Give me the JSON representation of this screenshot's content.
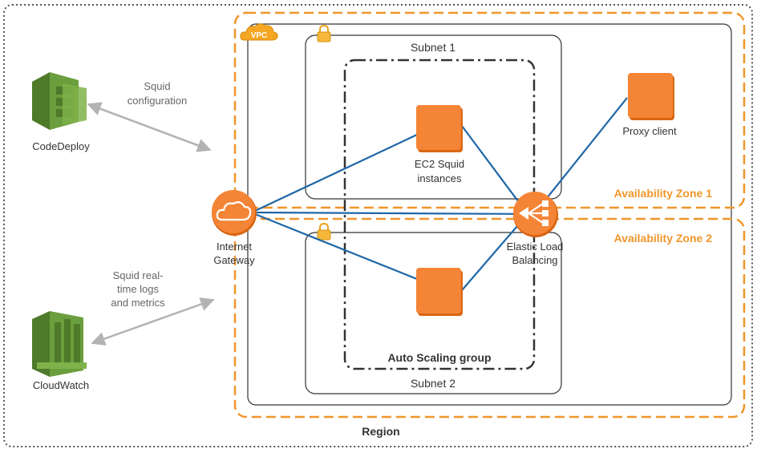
{
  "region": {
    "label": "Region"
  },
  "vpc": {
    "badge": "VPC"
  },
  "availability_zones": [
    {
      "label": "Availability Zone 1"
    },
    {
      "label": "Availability Zone 2"
    }
  ],
  "subnets": [
    {
      "label": "Subnet 1"
    },
    {
      "label": "Subnet 2"
    }
  ],
  "auto_scaling_group": {
    "label": "Auto Scaling group"
  },
  "ec2_instances": {
    "label_line1": "EC2 Squid",
    "label_line2": "instances"
  },
  "internet_gateway": {
    "label_line1": "Internet",
    "label_line2": "Gateway"
  },
  "load_balancer": {
    "label_line1": "Elastic Load",
    "label_line2": "Balancing"
  },
  "proxy_client": {
    "label": "Proxy client"
  },
  "codedeploy": {
    "label": "CodeDeploy",
    "arrow_label_line1": "Squid",
    "arrow_label_line2": "configuration"
  },
  "cloudwatch": {
    "label": "CloudWatch",
    "arrow_label_line1": "Squid real-",
    "arrow_label_line2": "time logs",
    "arrow_label_line3": "and metrics"
  },
  "colors": {
    "orange": "#f58536",
    "orange_dark": "#d86613",
    "az_orange": "#f0962a",
    "link_blue": "#1f66a8",
    "aws_green": "#6b9e3c",
    "aws_green_dark": "#4e7a2a",
    "grey_arrow": "#b3b3b3"
  },
  "icons": {
    "codedeploy": "codedeploy-icon",
    "cloudwatch": "cloudwatch-icon",
    "internet_gateway": "cloud-icon",
    "load_balancer": "load-balancer-icon",
    "lock": "padlock-icon"
  }
}
